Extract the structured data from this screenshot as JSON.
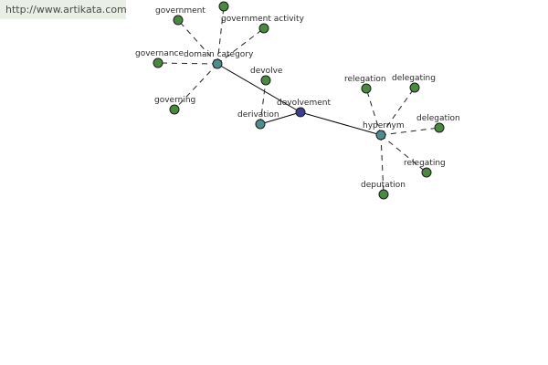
{
  "url_banner": "http://www.artikata.com",
  "colors": {
    "center": "#3a3f8f",
    "hub": "#4e8d8d",
    "leaf": "#4a8a3e"
  },
  "nodes": [
    {
      "id": "devolvement",
      "label": "devolvement",
      "kind": "center"
    },
    {
      "id": "domain_category",
      "label": "domain category",
      "kind": "hub"
    },
    {
      "id": "hypernym",
      "label": "hypernym",
      "kind": "hub"
    },
    {
      "id": "derivation",
      "label": "derivation",
      "kind": "hub"
    },
    {
      "id": "government",
      "label": "government",
      "kind": "leaf"
    },
    {
      "id": "government_activity",
      "label": "government activity",
      "kind": "leaf"
    },
    {
      "id": "governance",
      "label": "governance",
      "kind": "leaf"
    },
    {
      "id": "governing",
      "label": "governing",
      "kind": "leaf"
    },
    {
      "id": "devolve",
      "label": "devolve",
      "kind": "leaf"
    },
    {
      "id": "relegation_1",
      "label": "relegation",
      "kind": "leaf"
    },
    {
      "id": "delegating_1",
      "label": "delegating",
      "kind": "leaf"
    },
    {
      "id": "delegation",
      "label": "delegation",
      "kind": "leaf"
    },
    {
      "id": "relegating",
      "label": "relegating",
      "kind": "leaf"
    },
    {
      "id": "deputation",
      "label": "deputation",
      "kind": "leaf"
    },
    {
      "id": "unlabeled_top",
      "label": "",
      "kind": "leaf"
    }
  ],
  "edges": [
    {
      "from": "devolvement",
      "to": "domain_category",
      "style": "solid"
    },
    {
      "from": "devolvement",
      "to": "hypernym",
      "style": "solid"
    },
    {
      "from": "devolvement",
      "to": "derivation",
      "style": "solid"
    },
    {
      "from": "domain_category",
      "to": "government",
      "style": "dashed"
    },
    {
      "from": "domain_category",
      "to": "unlabeled_top",
      "style": "dashed"
    },
    {
      "from": "domain_category",
      "to": "government_activity",
      "style": "dashed"
    },
    {
      "from": "domain_category",
      "to": "governance",
      "style": "dashed"
    },
    {
      "from": "domain_category",
      "to": "governing",
      "style": "dashed"
    },
    {
      "from": "derivation",
      "to": "devolve",
      "style": "dashed"
    },
    {
      "from": "hypernym",
      "to": "relegation_1",
      "style": "dashed"
    },
    {
      "from": "hypernym",
      "to": "delegating_1",
      "style": "dashed"
    },
    {
      "from": "hypernym",
      "to": "delegation",
      "style": "dashed"
    },
    {
      "from": "hypernym",
      "to": "relegating",
      "style": "dashed"
    },
    {
      "from": "hypernym",
      "to": "deputation",
      "style": "dashed"
    }
  ]
}
